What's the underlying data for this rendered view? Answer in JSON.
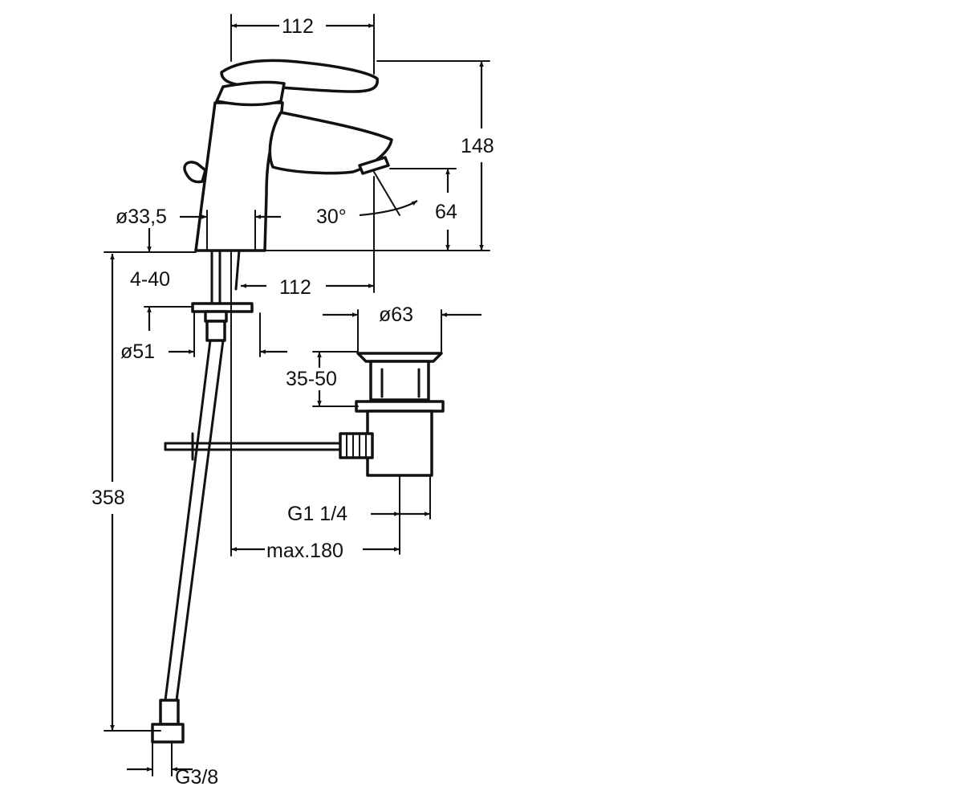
{
  "labels": {
    "top_width": "112",
    "height_total": "148",
    "spout_height": "64",
    "angle": "30°",
    "shank_diameter": "ø33,5",
    "thickness_range": "4-40",
    "spout_reach": "112",
    "waste_diameter": "ø63",
    "base_diameter": "ø51",
    "waste_range": "35-50",
    "hose_length": "358",
    "waste_thread": "G1 1/4",
    "max_distance": "max.180",
    "hose_thread": "G3/8"
  }
}
